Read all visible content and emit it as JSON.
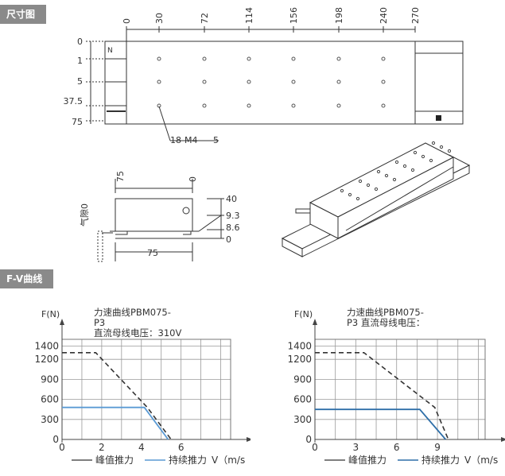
{
  "sections": {
    "dimensions": "尺寸图",
    "fv": "F-V曲线"
  },
  "dimension_drawing": {
    "top_ticks": [
      "0",
      "30",
      "72",
      "114",
      "156",
      "198",
      "240",
      "270"
    ],
    "left_ticks": [
      "0",
      "1",
      "5",
      "37.5",
      "75"
    ],
    "n_label": "N",
    "hole_label": "18-M4",
    "hole_depth": "5",
    "side": {
      "top_ticks": [
        "75",
        "0"
      ],
      "left_label": "气隙0",
      "right_ticks": [
        "40",
        "9.3",
        "8.6",
        "0"
      ],
      "bottom_dim": "75"
    }
  },
  "chart_data": [
    {
      "type": "line",
      "title": "力速曲线PBM075-P3",
      "title_lines": [
        "力速曲线PBM075-",
        "P3",
        "直流母线电压：310V"
      ],
      "ylabel": "F(N)",
      "xlabel": "V（m/s",
      "x_ticks": [
        "0",
        "2",
        "4",
        "6"
      ],
      "y_ticks": [
        "0",
        "300",
        "600",
        "900",
        "1200",
        "1400"
      ],
      "xlim": [
        0,
        8.5
      ],
      "ylim": [
        0,
        1500
      ],
      "series": [
        {
          "name": "峰值推力",
          "style": "dashed",
          "color": "#333333",
          "points": [
            [
              0,
              1300
            ],
            [
              1.7,
              1300
            ],
            [
              4.3,
              480
            ],
            [
              5.5,
              0
            ]
          ]
        },
        {
          "name": "持续推力",
          "style": "solid",
          "color": "#5a9ad4",
          "points": [
            [
              0,
              480
            ],
            [
              4.15,
              480
            ],
            [
              5.35,
              0
            ]
          ]
        }
      ]
    },
    {
      "type": "line",
      "title": "力速曲线PBM075-P3",
      "title_lines": [
        "力速曲线PBM075-",
        "P3 直流母线电压："
      ],
      "ylabel": "F(N)",
      "xlabel": "V（m/s",
      "x_ticks": [
        "0",
        "3",
        "6",
        "9"
      ],
      "y_ticks": [
        "0",
        "300",
        "600",
        "900",
        "1200",
        "1400"
      ],
      "xlim": [
        0,
        12.5
      ],
      "ylim": [
        0,
        1500
      ],
      "series": [
        {
          "name": "峰值推力",
          "style": "dashed",
          "color": "#333333",
          "points": [
            [
              0,
              1300
            ],
            [
              3.6,
              1300
            ],
            [
              8.8,
              480
            ],
            [
              9.8,
              0
            ]
          ]
        },
        {
          "name": "持续推力",
          "style": "solid",
          "color": "#2f6fa8",
          "points": [
            [
              0,
              450
            ],
            [
              7.7,
              450
            ],
            [
              9.6,
              0
            ]
          ]
        }
      ]
    }
  ],
  "legend": {
    "peak": "峰值推力",
    "continuous": "持续推力",
    "velocity": "V（m/s"
  }
}
